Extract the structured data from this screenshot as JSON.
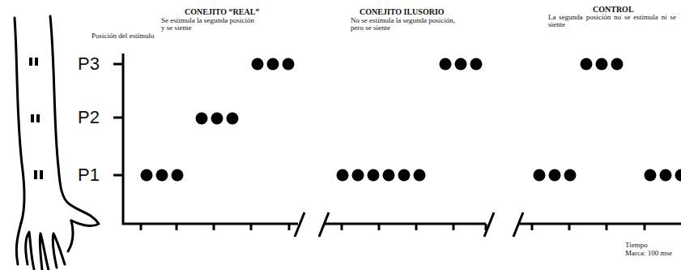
{
  "diagram": {
    "labels": [
      "Posición del estímulo",
      "CONEJITO “REAL”",
      "Se estimula la segunda posición y se siente",
      "CONEJITO ILUSORIO",
      "No se estimula la segunda posición, pero se siente",
      "CONTROL",
      "La segunda posición no se estimula ni se siente",
      "P3",
      "P2",
      "P1",
      "Tiempo",
      "Marca: 100 mse"
    ]
  }
}
